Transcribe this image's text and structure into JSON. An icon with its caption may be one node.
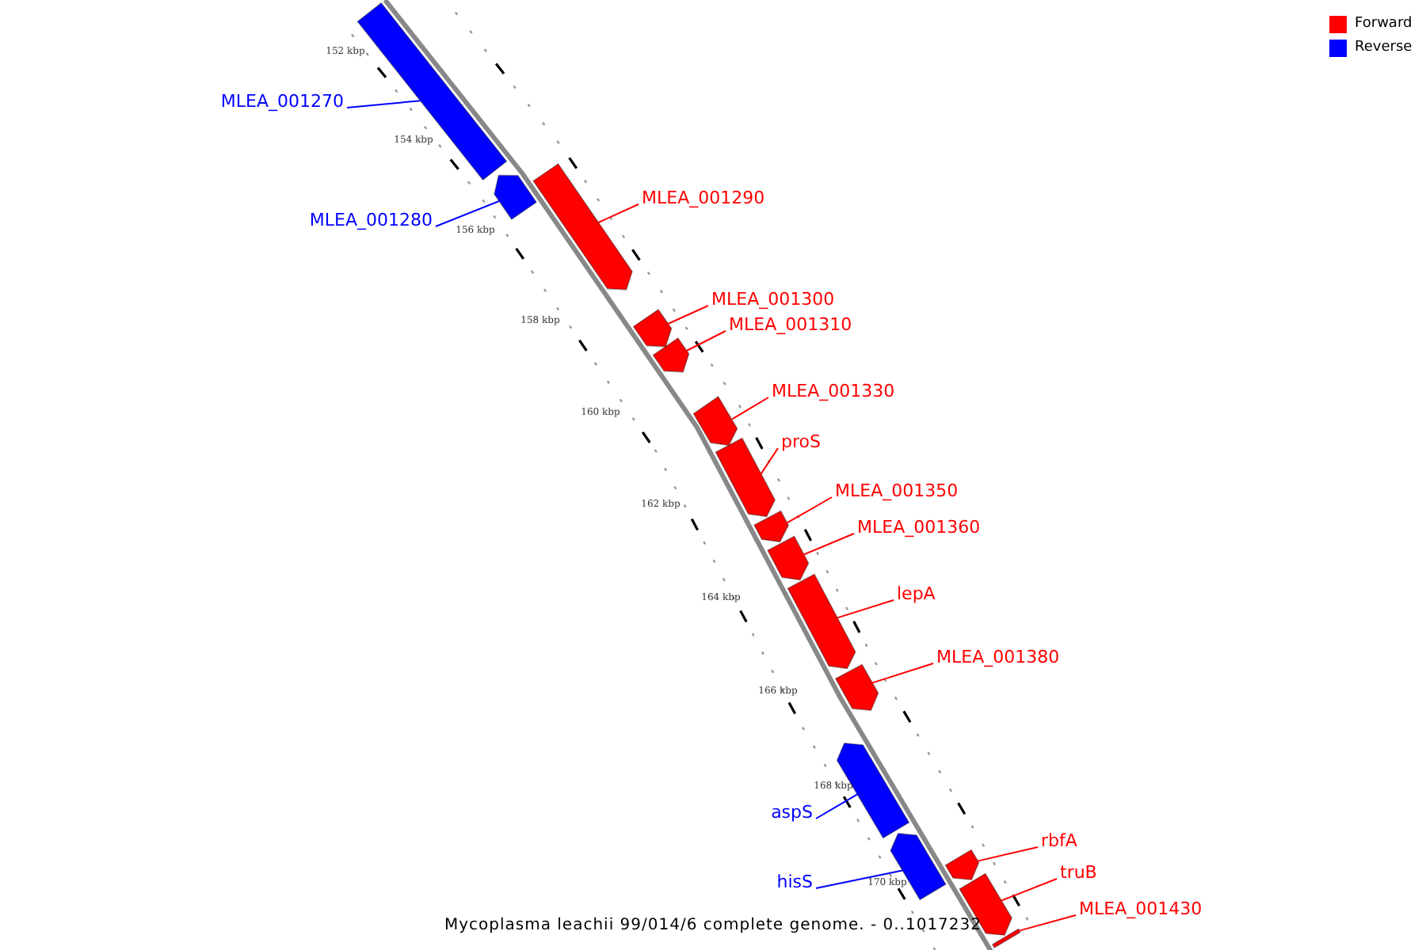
{
  "diagram": {
    "caption": "Mycoplasma leachii 99/014/6 complete genome. - 0..1017232",
    "nodes": [
      {
        "text": [
          "MLEA_001270"
        ]
      },
      {
        "text": [],
        "shape": "arrow"
      },
      {
        "text": [
          "MLEA_001280"
        ]
      },
      {
        "text": [],
        "shape": "arrow"
      },
      {
        "text": [
          "MLEA_001290"
        ]
      },
      {
        "text": [],
        "shape": "arrow"
      },
      {
        "text": [
          "MLEA_001300"
        ]
      },
      {
        "text": [],
        "shape": "arrow"
      },
      {
        "text": [
          "MLEA_001310"
        ]
      },
      {
        "text": [],
        "shape": "arrow"
      },
      {
        "text": [
          "MLEA_001330"
        ]
      },
      {
        "text": [],
        "shape": "arrow"
      },
      {
        "text": [
          "proS"
        ]
      },
      {
        "text": [],
        "shape": "arrow"
      },
      {
        "text": [
          "MLEA_001350"
        ]
      },
      {
        "text": [],
        "shape": "arrow"
      },
      {
        "text": [
          "MLEA_001360"
        ]
      },
      {
        "text": [],
        "shape": "arrow"
      },
      {
        "text": [
          "lepA"
        ]
      },
      {
        "text": [],
        "shape": "arrow"
      },
      {
        "text": [
          "MLEA_001380"
        ]
      },
      {
        "text": [],
        "shape": "arrow"
      },
      {
        "text": [
          "aspS"
        ]
      },
      {
        "text": [],
        "shape": "arrow"
      },
      {
        "text": [
          "hisS"
        ]
      },
      {
        "text": [],
        "shape": "arrow"
      },
      {
        "text": [
          "rbfA"
        ]
      },
      {
        "text": [],
        "shape": "arrow"
      },
      {
        "text": [
          "truB"
        ]
      },
      {
        "text": [],
        "shape": "arrow"
      },
      {
        "text": [
          "MLEA_001430"
        ]
      },
      {
        "text": [],
        "shape": "arrow"
      }
    ],
    "edges": [
      {
        "from": 0,
        "to": 1,
        "arrow": "none",
        "color": "#0000ff"
      },
      {
        "from": 2,
        "to": 3,
        "arrow": "none",
        "color": "#0000ff"
      },
      {
        "from": 4,
        "to": 5,
        "arrow": "none"
      },
      {
        "from": 6,
        "to": 7,
        "arrow": "none"
      },
      {
        "from": 8,
        "to": 9,
        "arrow": "none"
      },
      {
        "from": 10,
        "to": 11,
        "arrow": "none"
      },
      {
        "from": 12,
        "to": 13,
        "arrow": "none"
      },
      {
        "from": 14,
        "to": 15,
        "arrow": "none"
      },
      {
        "from": 16,
        "to": 17,
        "arrow": "none"
      },
      {
        "from": 18,
        "to": 19,
        "arrow": "none"
      },
      {
        "from": 20,
        "to": 21,
        "arrow": "none"
      },
      {
        "from": 22,
        "to": 23,
        "arrow": "none",
        "color": "#0000ff"
      },
      {
        "from": 24,
        "to": 25,
        "arrow": "none",
        "color": "#0000ff"
      },
      {
        "from": 26,
        "to": 27,
        "arrow": "none"
      },
      {
        "from": 28,
        "to": 29,
        "arrow": "none"
      },
      {
        "from": 30,
        "to": 31,
        "arrow": "none"
      }
    ],
    "labels": [
      "152 kbp",
      "154 kbp",
      "156 kbp",
      "158 kbp",
      "160 kbp",
      "162 kbp",
      "164 kbp",
      "166 kbp",
      "168 kbp",
      "170 kbp"
    ],
    "legend": [
      {
        "text": "Forward",
        "color": "#ff0000"
      },
      {
        "text": "Reverse",
        "color": "#0000ff"
      }
    ]
  }
}
